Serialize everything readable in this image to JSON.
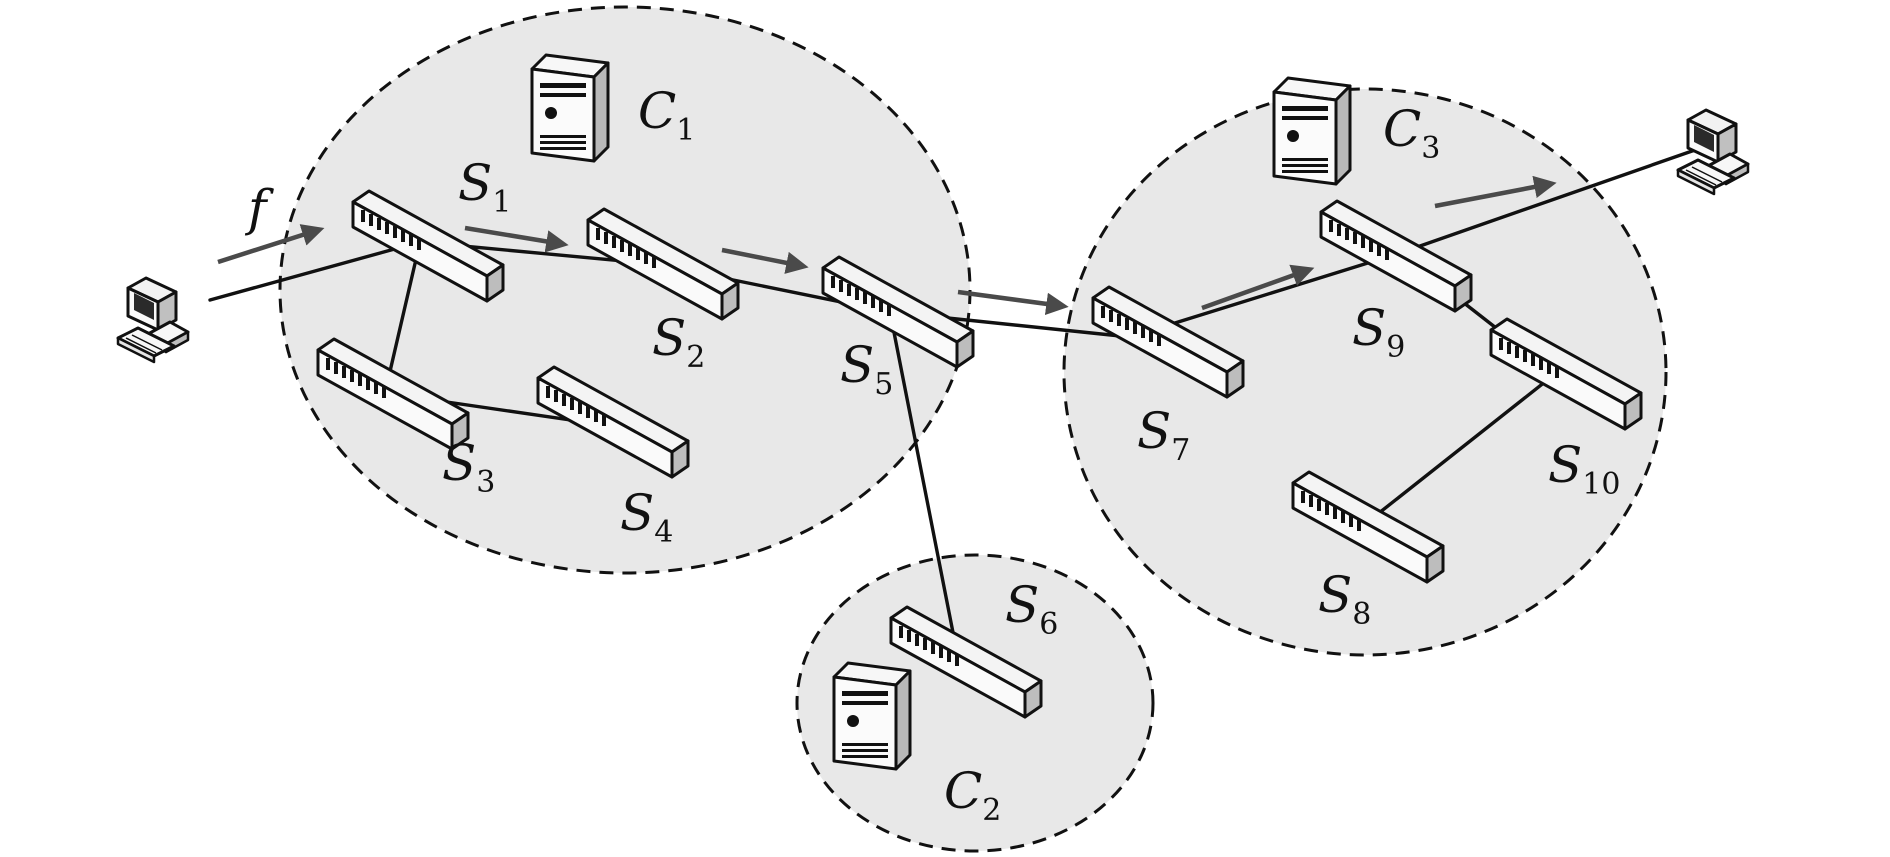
{
  "diagram": {
    "flow_label": "f",
    "domains": [
      {
        "id": "C1",
        "letter": "C",
        "sub": "1"
      },
      {
        "id": "C2",
        "letter": "C",
        "sub": "2"
      },
      {
        "id": "C3",
        "letter": "C",
        "sub": "3"
      }
    ],
    "switches": [
      {
        "id": "S1",
        "letter": "S",
        "sub": "1",
        "domain": "C1"
      },
      {
        "id": "S2",
        "letter": "S",
        "sub": "2",
        "domain": "C1"
      },
      {
        "id": "S3",
        "letter": "S",
        "sub": "3",
        "domain": "C1"
      },
      {
        "id": "S4",
        "letter": "S",
        "sub": "4",
        "domain": "C1"
      },
      {
        "id": "S5",
        "letter": "S",
        "sub": "5",
        "domain": "C1"
      },
      {
        "id": "S6",
        "letter": "S",
        "sub": "6",
        "domain": "C2"
      },
      {
        "id": "S7",
        "letter": "S",
        "sub": "7",
        "domain": "C3"
      },
      {
        "id": "S8",
        "letter": "S",
        "sub": "8",
        "domain": "C3"
      },
      {
        "id": "S9",
        "letter": "S",
        "sub": "9",
        "domain": "C3"
      },
      {
        "id": "S10",
        "letter": "S",
        "sub": "10",
        "domain": "C3"
      }
    ],
    "hosts": [
      {
        "id": "source-host"
      },
      {
        "id": "destination-host"
      }
    ],
    "links": [
      [
        "source-host",
        "S1"
      ],
      [
        "S1",
        "S2"
      ],
      [
        "S1",
        "S3"
      ],
      [
        "S3",
        "S4"
      ],
      [
        "S2",
        "S5"
      ],
      [
        "S5",
        "S6"
      ],
      [
        "S5",
        "S7"
      ],
      [
        "S7",
        "S9"
      ],
      [
        "S9",
        "destination-host"
      ],
      [
        "S9",
        "S10"
      ],
      [
        "S10",
        "S8"
      ]
    ],
    "flow_path": [
      "source-host",
      "S1",
      "S2",
      "S5",
      "S7",
      "S9",
      "destination-host"
    ],
    "icons": {
      "controller": "server-tower-icon",
      "switch": "network-switch-icon",
      "host": "desktop-computer-icon"
    }
  }
}
